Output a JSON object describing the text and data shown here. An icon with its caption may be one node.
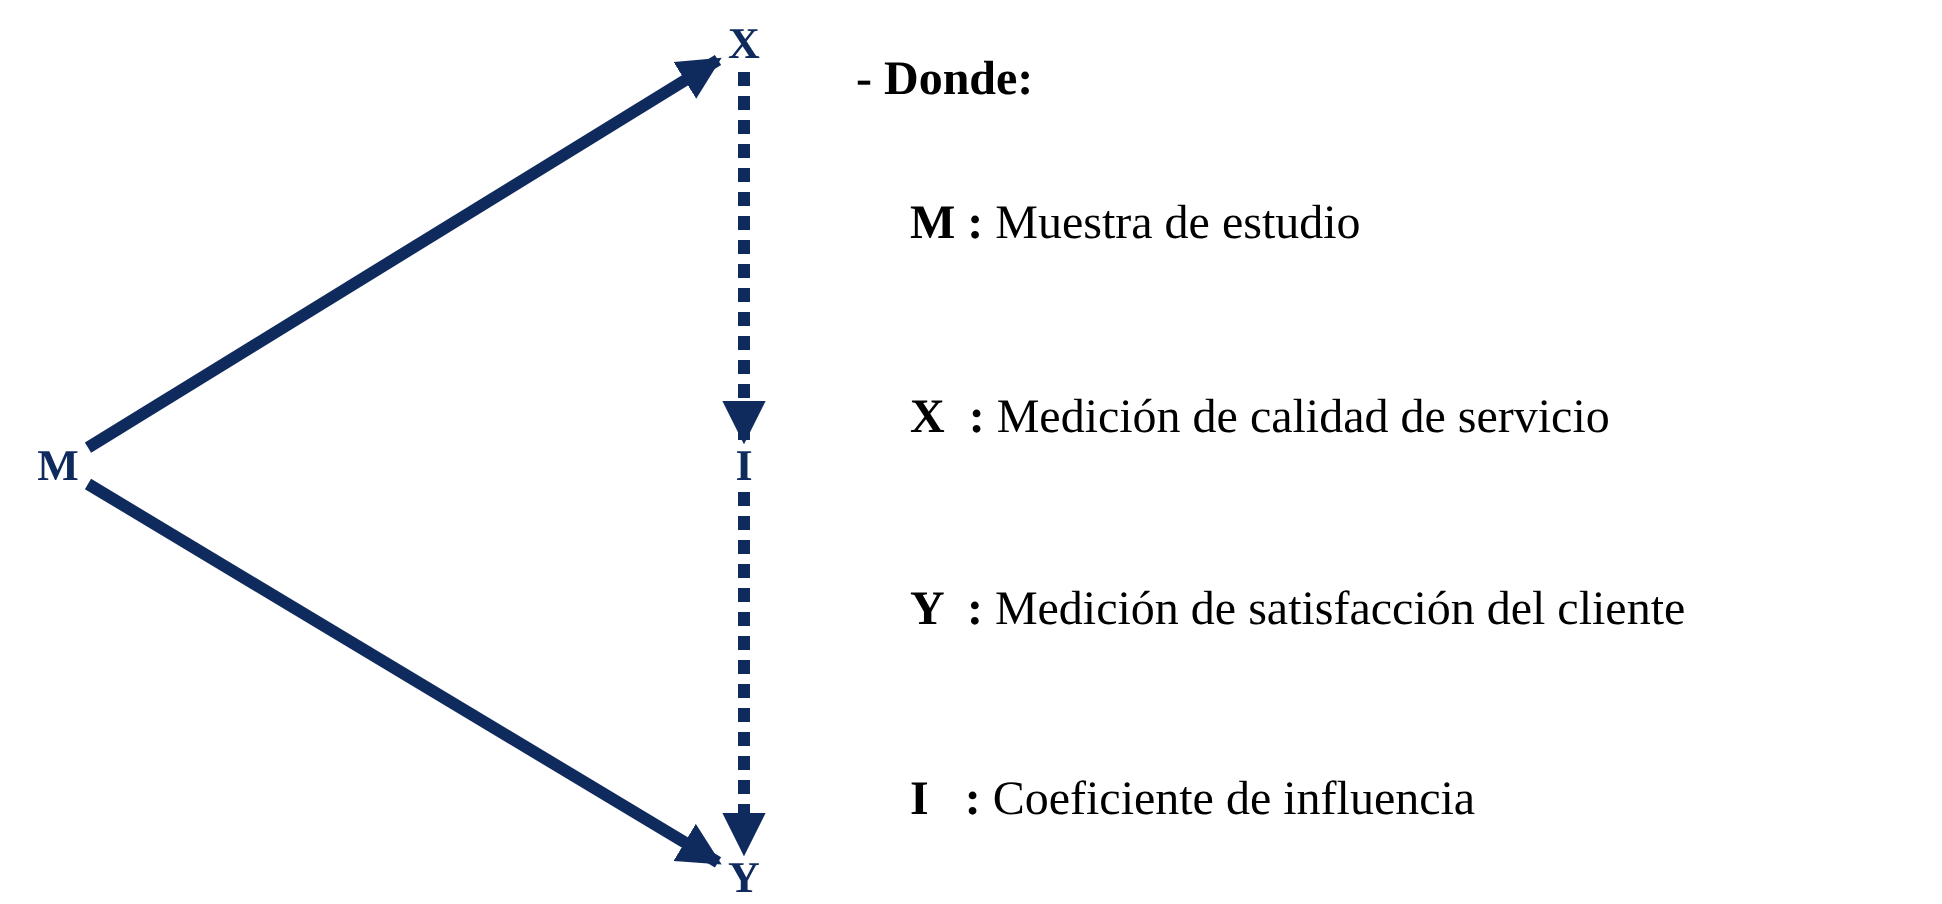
{
  "diagram": {
    "nodes": [
      {
        "text": [
          "M"
        ]
      },
      {
        "text": [
          "X"
        ]
      },
      {
        "text": [
          "I"
        ]
      },
      {
        "text": [
          "Y"
        ]
      }
    ],
    "edges": [
      {
        "from": 0,
        "to": 1,
        "arrow": "to"
      },
      {
        "from": 0,
        "to": 3,
        "arrow": "to"
      },
      {
        "from": 1,
        "to": 2,
        "arrow": "to",
        "style": "dashed"
      },
      {
        "from": 2,
        "to": 3,
        "arrow": "to",
        "style": "dashed"
      }
    ],
    "labels": [
      "- Donde:",
      "**M :** Muestra de estudio",
      "**X  :** Medición de calidad de servicio",
      "**Y  :** Medición de satisfacción del cliente",
      "**I   :** Coeficiente de influencia"
    ]
  }
}
